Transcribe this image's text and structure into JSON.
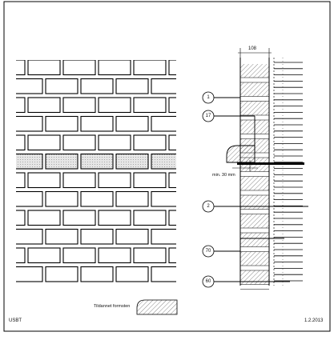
{
  "drawing": {
    "elevation": {},
    "section": {
      "wall_thickness": "108",
      "min_dimension": "min. 30 mm"
    },
    "callouts": [
      "1",
      "17",
      "2",
      "70",
      "60"
    ],
    "legend": {
      "caption": "Tildannet formsten"
    },
    "footer": {
      "company": "USBT",
      "date": "1.2.2013"
    }
  }
}
